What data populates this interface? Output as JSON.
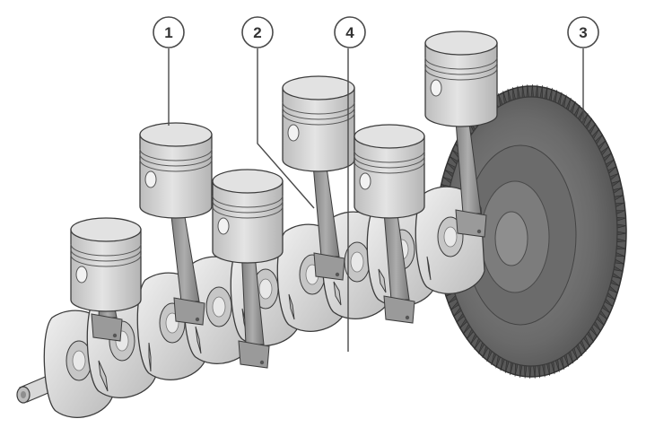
{
  "callouts": [
    {
      "number": "1",
      "part": "piston"
    },
    {
      "number": "2",
      "part": "connecting-rod"
    },
    {
      "number": "3",
      "part": "flywheel"
    },
    {
      "number": "4",
      "part": "crankshaft"
    }
  ],
  "colors": {
    "piston_fill": "#d4d4d4",
    "piston_top": "#e2e2e2",
    "metal_light": "#e8e8e8",
    "metal_mid": "#c6c6c6",
    "metal_dark": "#8a8a8a",
    "rod_fill": "#9a9a9a",
    "flywheel": "#6e6e6e",
    "flywheel_dark": "#4f4f4f",
    "outline": "#3c3c3c",
    "leader": "#4a4a4a"
  }
}
